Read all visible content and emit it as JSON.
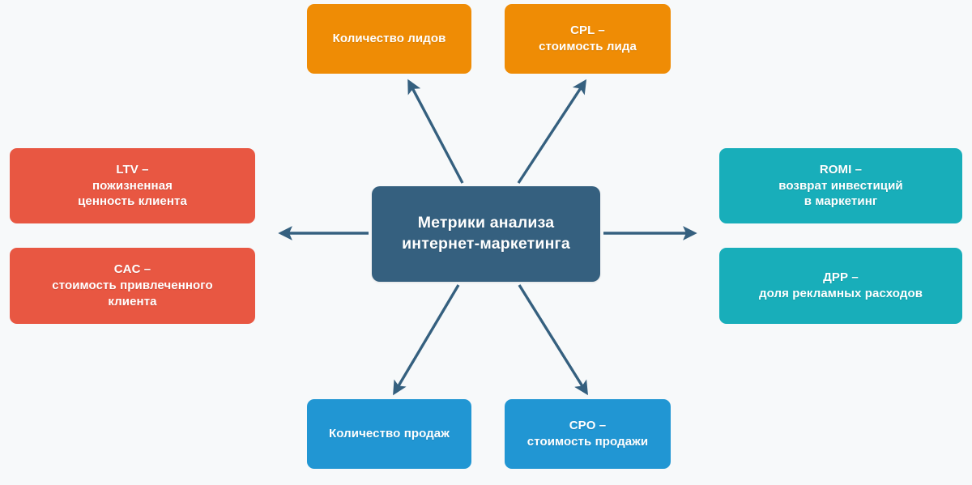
{
  "diagram": {
    "title": "Метрики анализа интернет-маркетинга",
    "background_color": "#f7f9fa",
    "arrow_color": "#35607f",
    "center": {
      "label": "Метрики анализа\nинтернет-маркетинга",
      "color": "#35607f"
    },
    "nodes": [
      {
        "id": "leads",
        "label": "Количество лидов",
        "color": "#ef8c05",
        "group": "leads",
        "direction": "up-left"
      },
      {
        "id": "cpl",
        "label": "CPL –\nстоимость лида",
        "color": "#ef8c05",
        "group": "leads",
        "direction": "up-right"
      },
      {
        "id": "ltv",
        "label": "LTV –\nпожизненная\nценность клиента",
        "color": "#e85742",
        "group": "client",
        "direction": "left"
      },
      {
        "id": "cac",
        "label": "CAC –\nстоимость привлеченного\nклиента",
        "color": "#e85742",
        "group": "client",
        "direction": "left"
      },
      {
        "id": "romi",
        "label": "ROMI –\nвозврат инвестиций\nв маркетинг",
        "color": "#18aeba",
        "group": "roi",
        "direction": "right"
      },
      {
        "id": "drr",
        "label": "ДРР –\nдоля рекламных расходов",
        "color": "#18aeba",
        "group": "roi",
        "direction": "right"
      },
      {
        "id": "sales",
        "label": "Количество продаж",
        "color": "#2196d3",
        "group": "sales",
        "direction": "down-left"
      },
      {
        "id": "cpo",
        "label": "CPO –\nстоимость продажи",
        "color": "#2196d3",
        "group": "sales",
        "direction": "down-right"
      }
    ]
  }
}
